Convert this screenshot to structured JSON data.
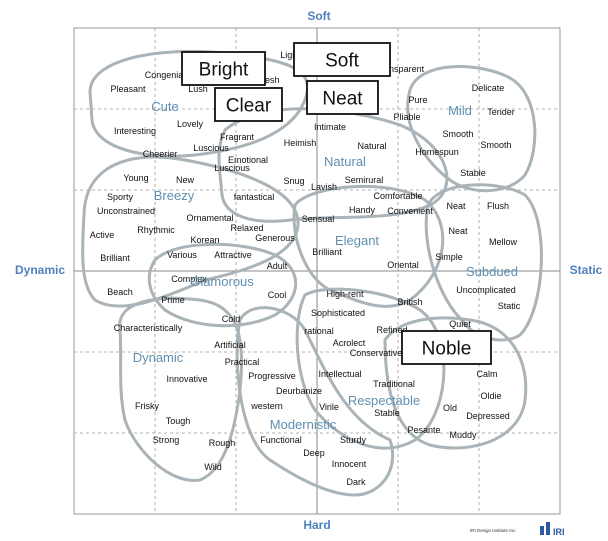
{
  "axes": {
    "top": "Soft",
    "bottom": "Hard",
    "left": "Dynamic",
    "right": "Static"
  },
  "colors": {
    "axis_text": "#4f81bd",
    "category_text": "#5f8fb0",
    "word_text": "#111111",
    "blob_stroke": "#a9b3b8",
    "grid": "#9a9a9a",
    "box_stroke": "#111111"
  },
  "highlights": [
    "Bright",
    "Soft",
    "Clear",
    "Neat",
    "Noble"
  ],
  "categories": [
    "Cute",
    "Mild",
    "Natural",
    "Breezy",
    "Elegant",
    "Subdued",
    "Glamorous",
    "Dynamic",
    "Respectable",
    "Modernistic"
  ],
  "words": [
    "Congenial",
    "Light",
    "Fresh",
    "Transparent",
    "Pleasant",
    "Lush",
    "Delicate",
    "Pure",
    "Pliable",
    "Tender",
    "Interesting",
    "Lovely",
    "Intimate",
    "Smooth",
    "Smooth",
    "Fragrant",
    "Heimish",
    "Natural",
    "Homespun",
    "Cheerier",
    "Luscious",
    "Emotional",
    "Luscious",
    "Semirural",
    "Stable",
    "Young",
    "New",
    "Snug",
    "Lavish",
    "Sporty",
    "fantastical",
    "Comfortable",
    "Neat",
    "Flush",
    "Unconstrained",
    "Handy",
    "Convenient",
    "Ornamental",
    "Sensual",
    "Rhythmic",
    "Relaxed",
    "Neat",
    "Active",
    "Generous",
    "Mellow",
    "Korean",
    "Brilliant",
    "Brilliant",
    "Various",
    "Attractive",
    "Simple",
    "Adult",
    "Oriental",
    "Complex",
    "Beach",
    "Prime",
    "Cool",
    "High-rent",
    "British",
    "Uncomplicated",
    "Static",
    "Sophisticated",
    "Cold",
    "Quiet",
    "Characteristically",
    "rational",
    "Refined",
    "Acrolect",
    "Artificial",
    "Conservative",
    "Practical",
    "Calm",
    "Progressive",
    "Intellectual",
    "Innovative",
    "Traditional",
    "Deurbanize",
    "Oldie",
    "Frisky",
    "western",
    "Virile",
    "Stable",
    "Old",
    "Depressed",
    "Tough",
    "Pesante",
    "Muddy",
    "Strong",
    "Functional",
    "Rough",
    "Sturdy",
    "Deep",
    "Wild",
    "Innocent",
    "Dark"
  ],
  "footer": {
    "credit": "IRI Design Institute Inc.",
    "logo_text": "IRI"
  }
}
